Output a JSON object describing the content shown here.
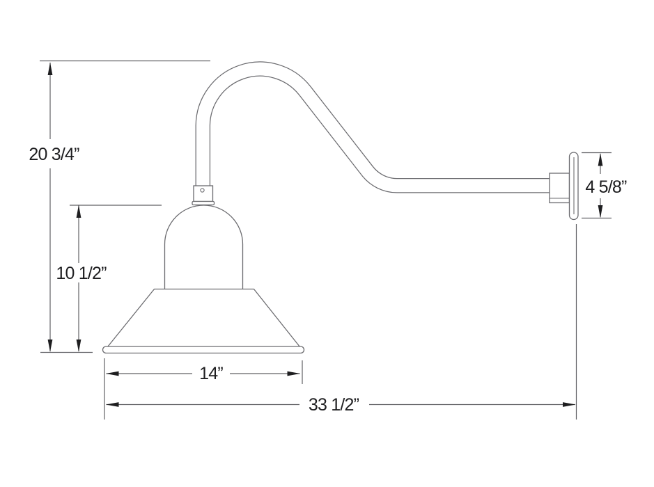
{
  "drawing": {
    "dimensions": {
      "overall_height": "20 3/4”",
      "shade_height": "10 1/2”",
      "backplate_height": "4 5/8”",
      "shade_width": "14”",
      "overall_projection": "33 1/2”"
    },
    "colors": {
      "outline": "#6b6b6f",
      "dimension_line": "#606064",
      "text": "#1e1e20",
      "background": "#ffffff"
    }
  }
}
